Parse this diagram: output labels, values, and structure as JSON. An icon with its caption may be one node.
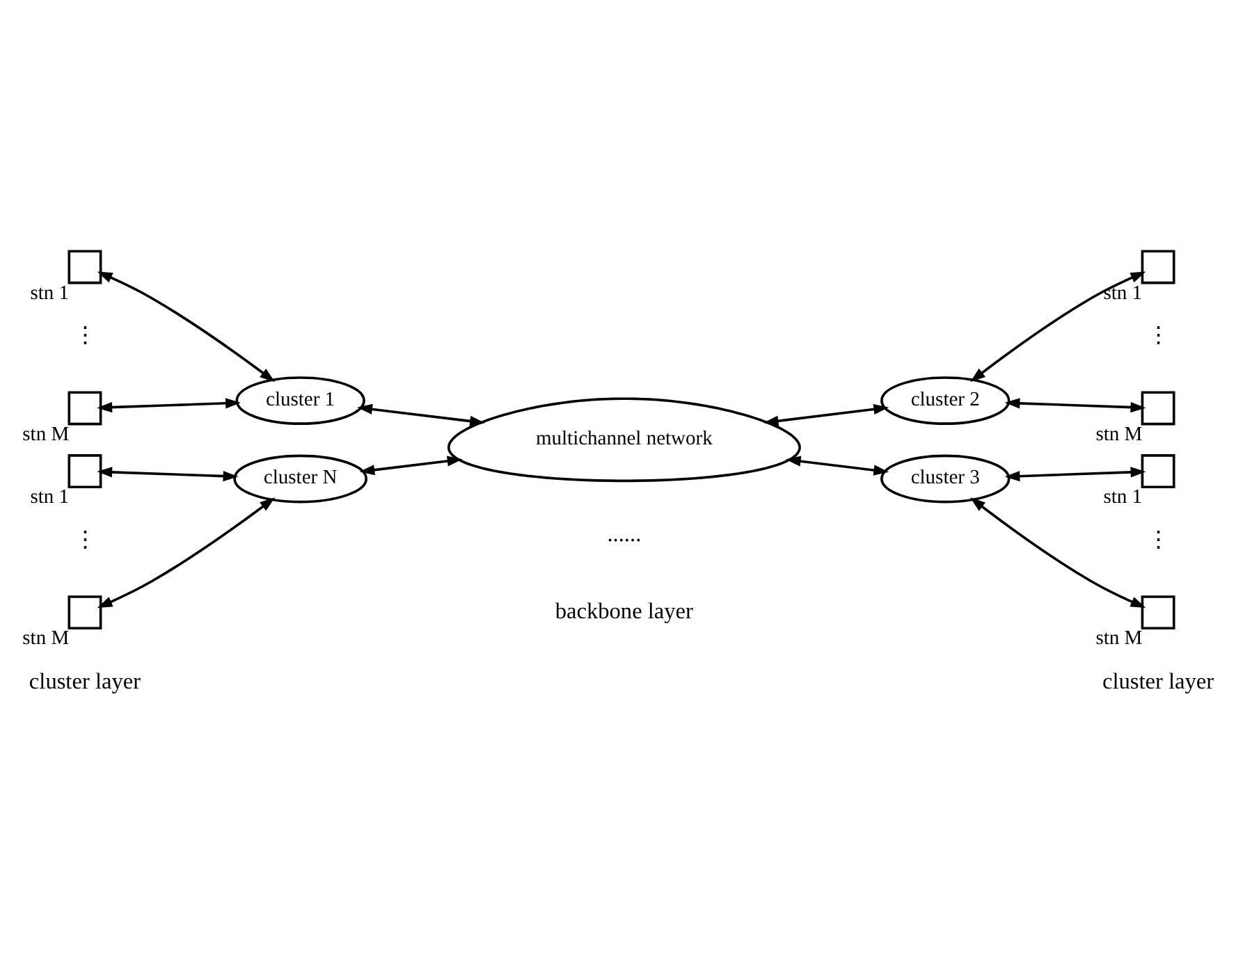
{
  "diagram": {
    "nodes": [
      {
        "text": [],
        "shape": "box",
        "beside": [
          "stn 1"
        ]
      },
      {
        "text": [
          "cluster 1"
        ]
      },
      {
        "text": [],
        "shape": "box",
        "beside": [
          "stn M"
        ]
      },
      {
        "text": [],
        "shape": "box",
        "beside": [
          "stn 1"
        ]
      },
      {
        "text": [
          "cluster 2"
        ]
      },
      {
        "text": [],
        "shape": "box",
        "beside": [
          "stn M"
        ]
      },
      {
        "text": [
          "multichannel network"
        ]
      },
      {
        "text": [],
        "shape": "box",
        "beside": [
          "stn 1"
        ]
      },
      {
        "text": [
          "cluster N"
        ]
      },
      {
        "text": [],
        "shape": "box",
        "beside": [
          "stn M"
        ]
      },
      {
        "text": [],
        "shape": "box",
        "beside": [
          "stn 1"
        ]
      },
      {
        "text": [
          "cluster 3"
        ]
      },
      {
        "text": [],
        "shape": "box",
        "beside": [
          "stn M"
        ]
      }
    ],
    "edges": [
      {
        "from": 0,
        "to": 1,
        "arrow": "both"
      },
      {
        "from": 2,
        "to": 1,
        "arrow": "both"
      },
      {
        "from": 1,
        "to": 6,
        "arrow": "both"
      },
      {
        "from": 6,
        "to": 4,
        "arrow": "both"
      },
      {
        "from": 4,
        "to": 3,
        "arrow": "both"
      },
      {
        "from": 4,
        "to": 5,
        "arrow": "both"
      },
      {
        "from": 7,
        "to": 8,
        "arrow": "both"
      },
      {
        "from": 9,
        "to": 8,
        "arrow": "both"
      },
      {
        "from": 8,
        "to": 6,
        "arrow": "both"
      },
      {
        "from": 6,
        "to": 11,
        "arrow": "both"
      },
      {
        "from": 11,
        "to": 10,
        "arrow": "both"
      },
      {
        "from": 11,
        "to": 12,
        "arrow": "both"
      }
    ],
    "labels": [
      "⋮",
      "⋮",
      "⋮",
      "⋮",
      "......",
      "cluster layer",
      "backbone layer",
      "cluster layer"
    ]
  }
}
